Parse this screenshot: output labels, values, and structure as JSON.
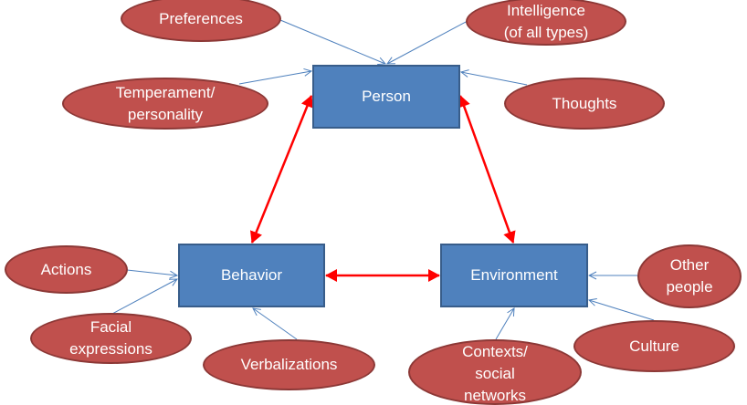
{
  "diagram": {
    "core_nodes": {
      "person": "Person",
      "behavior": "Behavior",
      "environment": "Environment"
    },
    "person_factors": {
      "preferences": "Preferences",
      "intelligence": "Intelligence\n(of all types)",
      "temperament": "Temperament/\npersonality",
      "thoughts": "Thoughts"
    },
    "behavior_factors": {
      "actions": "Actions",
      "facial": "Facial\nexpressions",
      "verbalizations": "Verbalizations"
    },
    "environment_factors": {
      "other_people": "Other\npeople",
      "culture": "Culture",
      "contexts": "Contexts/\nsocial\nnetworks"
    },
    "relations": [
      {
        "from": "person",
        "to": "behavior",
        "type": "bidirectional"
      },
      {
        "from": "person",
        "to": "environment",
        "type": "bidirectional"
      },
      {
        "from": "behavior",
        "to": "environment",
        "type": "bidirectional"
      },
      {
        "from": "preferences",
        "to": "person",
        "type": "influence"
      },
      {
        "from": "intelligence",
        "to": "person",
        "type": "influence"
      },
      {
        "from": "temperament",
        "to": "person",
        "type": "influence"
      },
      {
        "from": "thoughts",
        "to": "person",
        "type": "influence"
      },
      {
        "from": "actions",
        "to": "behavior",
        "type": "influence"
      },
      {
        "from": "facial",
        "to": "behavior",
        "type": "influence"
      },
      {
        "from": "verbalizations",
        "to": "behavior",
        "type": "influence"
      },
      {
        "from": "other_people",
        "to": "environment",
        "type": "influence"
      },
      {
        "from": "culture",
        "to": "environment",
        "type": "influence"
      },
      {
        "from": "contexts",
        "to": "environment",
        "type": "influence"
      }
    ],
    "colors": {
      "factor_fill": "#c0504d",
      "core_fill": "#4f81bd",
      "influence_arrow": "#4f81bd",
      "reciprocal_arrow": "#ff0000"
    }
  }
}
